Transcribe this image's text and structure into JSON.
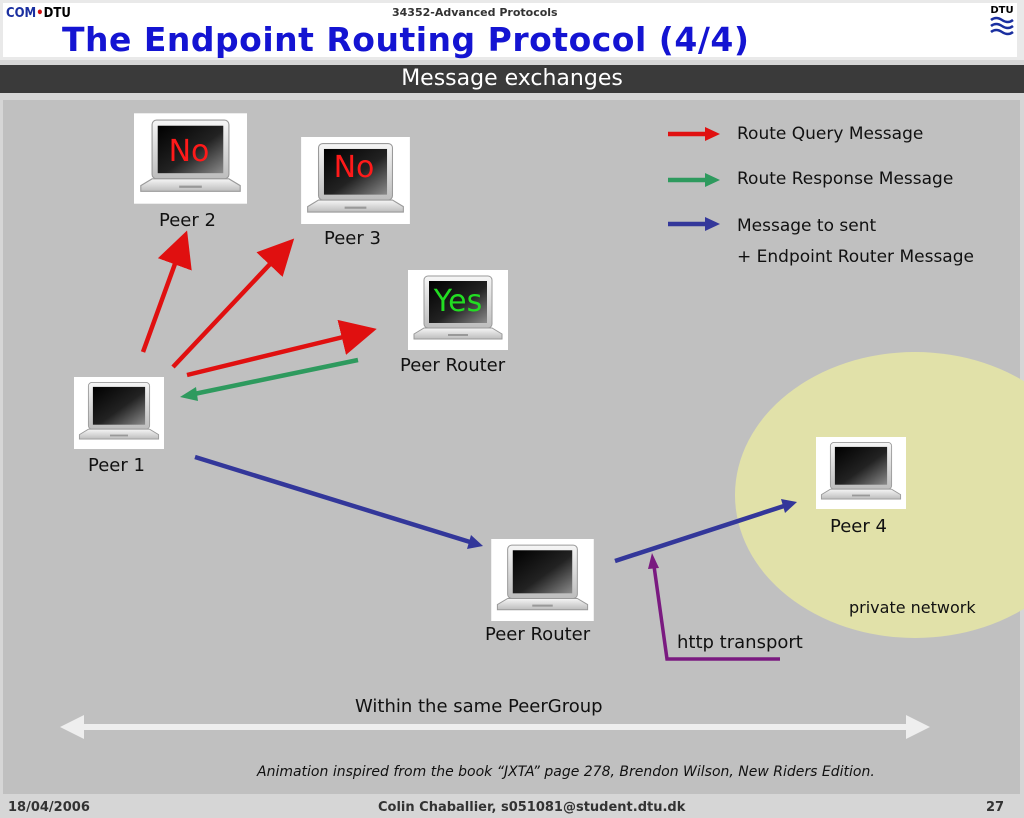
{
  "header": {
    "logo_left_com": "COM",
    "logo_left_dot": "•",
    "logo_left_dtu": "DTU",
    "course": "34352-Advanced Protocols",
    "title": "The Endpoint Routing Protocol (4/4)",
    "logo_right_text": "DTU",
    "subtitle": "Message exchanges"
  },
  "nodes": {
    "peer2": {
      "label": "Peer 2",
      "screen_text": "No"
    },
    "peer3": {
      "label": "Peer 3",
      "screen_text": "No"
    },
    "peer_router_top": {
      "label": "Peer Router",
      "screen_text": "Yes"
    },
    "peer1": {
      "label": "Peer 1"
    },
    "peer_router_bottom": {
      "label": "Peer Router"
    },
    "peer4": {
      "label": "Peer 4"
    }
  },
  "legend": {
    "query": "Route Query Message",
    "response": "Route Response Message",
    "sent": "Message to sent",
    "sent_extra": "+ Endpoint Router Message"
  },
  "annotations": {
    "private_network": "private network",
    "http_transport": "http transport",
    "peergroup": "Within the same PeerGroup",
    "caption": "Animation inspired from the book “JXTA” page 278, Brendon Wilson,  New Riders Edition."
  },
  "footer": {
    "date": "18/04/2006",
    "author": "Colin Chaballier, s051081@student.dtu.dk",
    "page": "27"
  },
  "colors": {
    "query": "#e01010",
    "response": "#2e9a5e",
    "sent": "#33379a",
    "http": "#7a1a80",
    "no_text": "#ff1a1a",
    "yes_text": "#22dd22",
    "title": "#1414d2",
    "private_network": "#e1e1a9"
  }
}
